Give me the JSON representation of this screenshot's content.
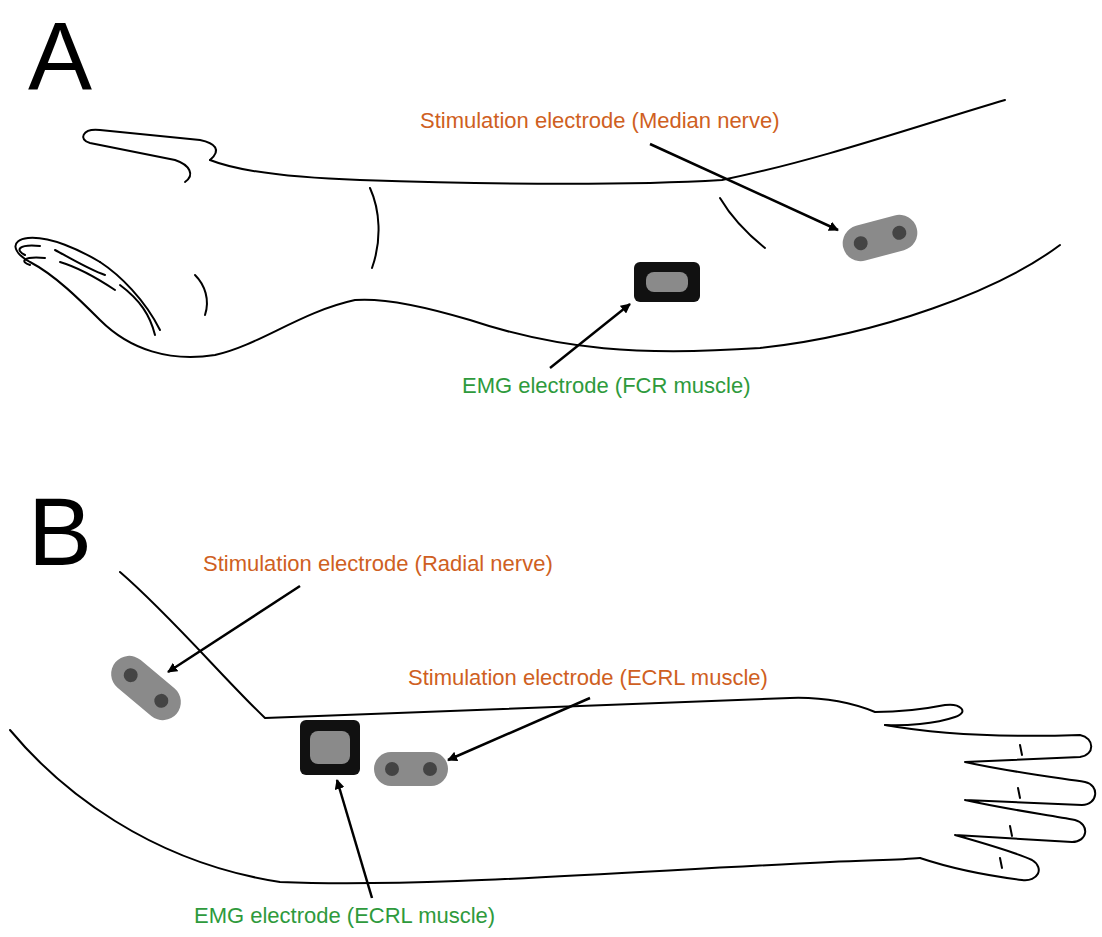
{
  "diagram": {
    "labels": [
      "A",
      "Stimulation electrode (Median nerve)",
      "EMG electrode (FCR muscle)",
      "B",
      "Stimulation electrode (Radial nerve)",
      "Stimulation electrode (ECRL muscle)",
      "EMG electrode (ECRL muscle)"
    ]
  }
}
